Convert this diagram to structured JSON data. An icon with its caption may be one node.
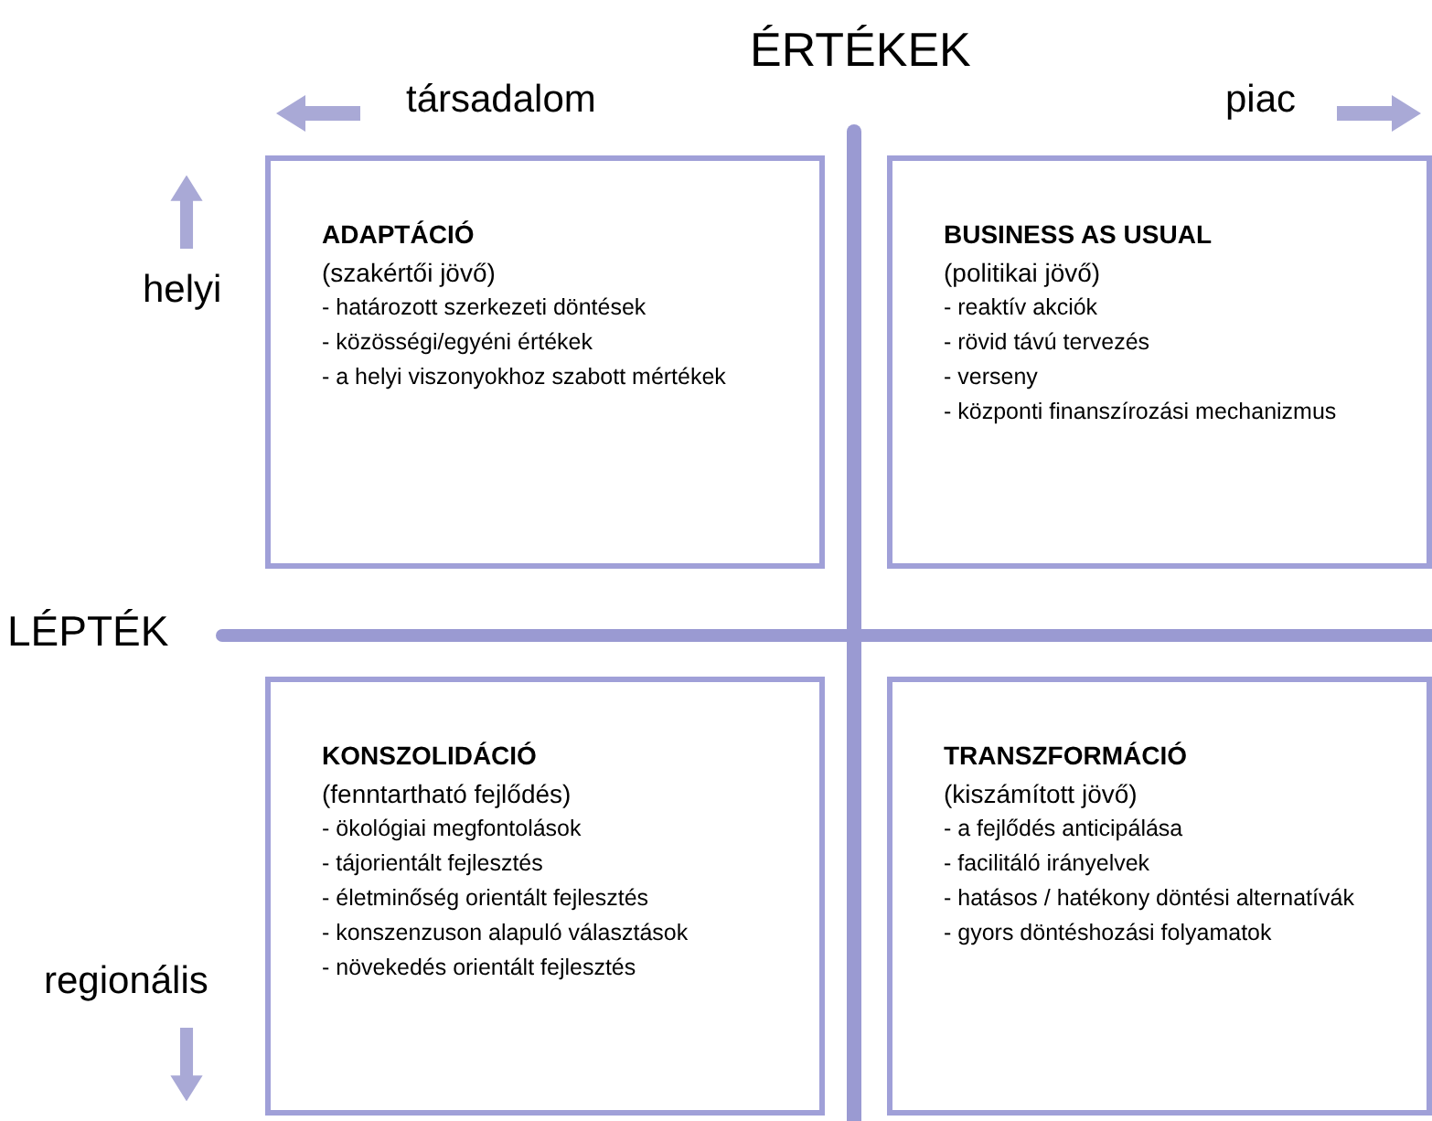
{
  "diagram": {
    "title": "ÉRTÉKEK",
    "nodes": [
      {
        "text": [
          "ADAPTÁCIÓ",
          "(szakértői jövő)",
          "- határozott szerkezeti döntések",
          "- közösségi/egyéni értékek",
          "- a helyi viszonyokhoz szabott mértékek"
        ]
      },
      {
        "text": [
          "BUSINESS AS USUAL",
          "(politikai jövő)",
          "- reaktív akciók",
          "- rövid távú tervezés",
          "- verseny",
          "- központi finanszírozási mechanizmus"
        ]
      },
      {
        "text": [
          "KONSZOLIDÁCIÓ",
          "(fenntartható fejlődés)",
          "- ökológiai megfontolások",
          "- tájorientált fejlesztés",
          "- életminőség orientált fejlesztés",
          "- konszenzuson alapuló választások",
          "- növekedés orientált fejlesztés"
        ]
      },
      {
        "text": [
          "TRANSZFORMÁCIÓ",
          "(kiszámított jövő)",
          "- a fejlődés anticipálása",
          "- facilitáló irányelvek",
          "- hatásos / hatékony döntési alternatívák",
          "- gyors döntéshozási folyamatok"
        ]
      }
    ],
    "labels": [
      "társadalom",
      "piac",
      "helyi",
      "LÉPTÉK",
      "regionális"
    ]
  }
}
